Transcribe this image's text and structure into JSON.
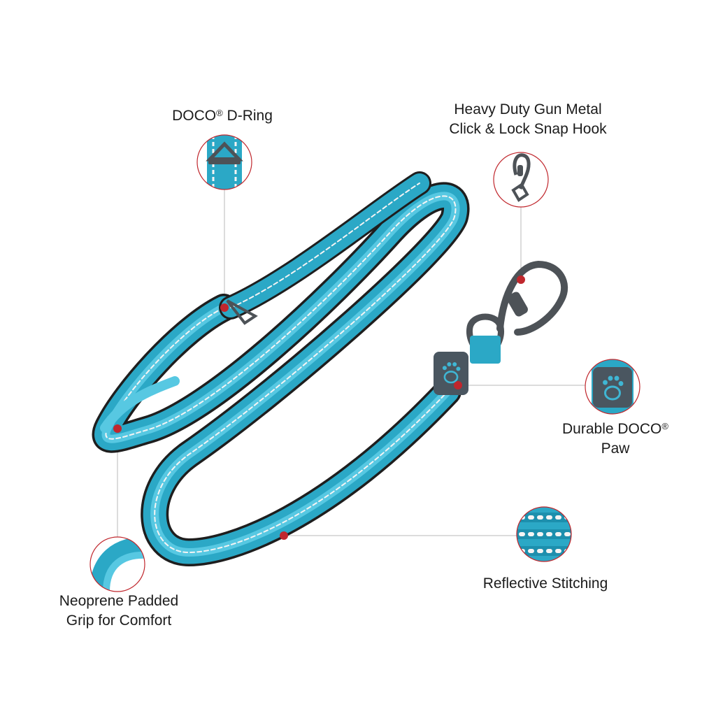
{
  "colors": {
    "strap": "#2ba8c6",
    "strap_light": "#57c8e2",
    "strap_edge": "#1e1e1e",
    "stitch": "#f4f4f4",
    "marker": "#c0272d",
    "leader_line": "#b8b8b8",
    "circle_ring": "#c0272d",
    "metal": "#4d5257",
    "paw_badge": "#4a5660",
    "paw_icon": "#3fb6d4"
  },
  "features": [
    {
      "id": "dring",
      "icon": "d-ring-icon",
      "line1": "DOCO",
      "reg": "®",
      "line1_suffix": " D-Ring",
      "line2": ""
    },
    {
      "id": "hook",
      "icon": "snap-hook-icon",
      "line1": "Heavy Duty Gun Metal",
      "reg": "",
      "line1_suffix": "",
      "line2": "Click & Lock Snap Hook"
    },
    {
      "id": "paw",
      "icon": "paw-badge-icon",
      "line1": "Durable DOCO",
      "reg": "®",
      "line1_suffix": "",
      "line2": "Paw"
    },
    {
      "id": "stitch",
      "icon": "reflective-stitching-icon",
      "line1": "Reflective Stitching",
      "reg": "",
      "line1_suffix": "",
      "line2": ""
    },
    {
      "id": "grip",
      "icon": "padded-grip-icon",
      "line1": "Neoprene Padded",
      "reg": "",
      "line1_suffix": "",
      "line2": "Grip for Comfort"
    }
  ]
}
